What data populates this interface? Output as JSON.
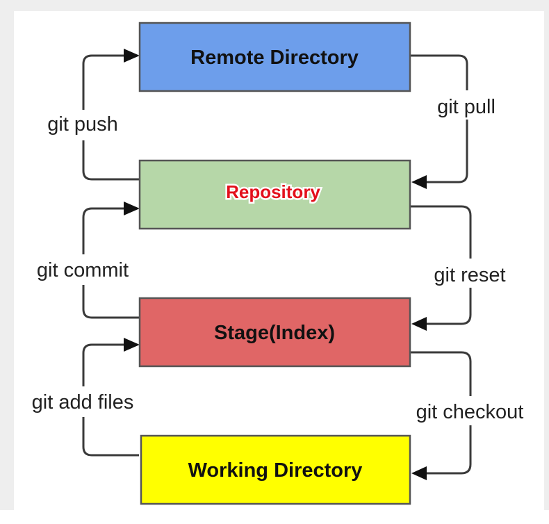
{
  "diagram": {
    "title": "",
    "nodes": [
      {
        "id": "remote",
        "label": "Remote Directory",
        "color": "#6d9eeb",
        "label_color": "#111111"
      },
      {
        "id": "repository",
        "label": "Repository",
        "color": "#b6d7a8",
        "label_color": "#e3101c"
      },
      {
        "id": "stage",
        "label": "Stage(Index)",
        "color": "#e06666",
        "label_color": "#111111"
      },
      {
        "id": "working",
        "label": "Working Directory",
        "color": "#ffff00",
        "label_color": "#111111"
      }
    ],
    "edges": [
      {
        "id": "push",
        "label": "git push",
        "from": "repository",
        "to": "remote",
        "side": "left"
      },
      {
        "id": "pull",
        "label": "git pull",
        "from": "remote",
        "to": "repository",
        "side": "right"
      },
      {
        "id": "commit",
        "label": "git commit",
        "from": "stage",
        "to": "repository",
        "side": "left"
      },
      {
        "id": "reset",
        "label": "git reset",
        "from": "repository",
        "to": "stage",
        "side": "right"
      },
      {
        "id": "add",
        "label": "git add files",
        "from": "working",
        "to": "stage",
        "side": "left"
      },
      {
        "id": "checkout",
        "label": "git checkout",
        "from": "stage",
        "to": "working",
        "side": "right"
      }
    ]
  }
}
